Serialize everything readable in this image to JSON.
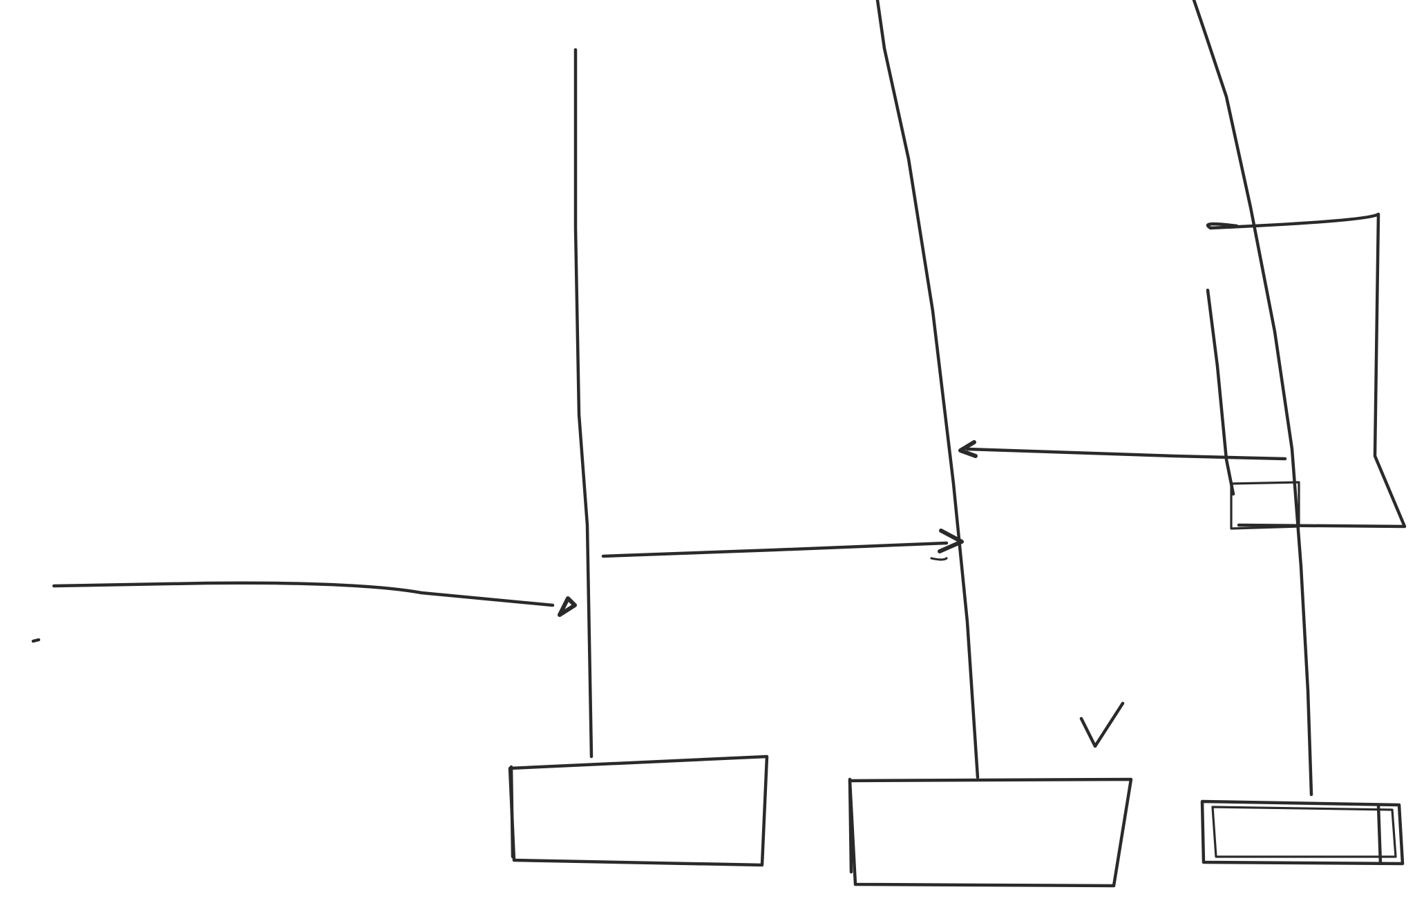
{
  "diagram": {
    "participants": [
      {
        "id": "p1",
        "label": ""
      },
      {
        "id": "p2",
        "label": ""
      },
      {
        "id": "p3",
        "label": ""
      },
      {
        "id": "p4",
        "label": ""
      }
    ],
    "messages": [
      {
        "id": "m1",
        "from": "external",
        "to": "p1",
        "label": ""
      },
      {
        "id": "m2",
        "from": "p1",
        "to": "p2",
        "label": ""
      },
      {
        "id": "m3",
        "from": "p3",
        "to": "p2",
        "label": ""
      }
    ],
    "notes": [
      {
        "id": "n1",
        "label": ""
      },
      {
        "id": "n2",
        "label": ""
      }
    ],
    "ink_color": "#2a2a2a"
  }
}
